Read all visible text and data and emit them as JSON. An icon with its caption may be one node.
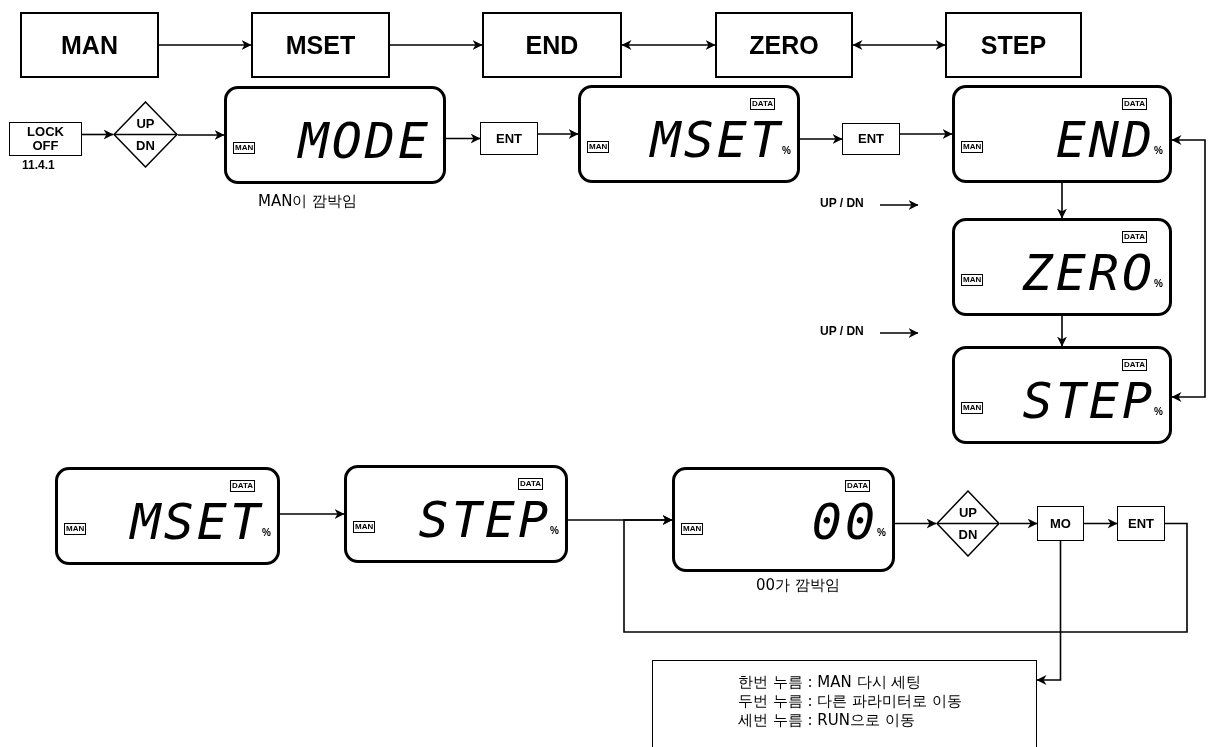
{
  "diagram": {
    "nodes": [
      {
        "text": [
          "MAN"
        ]
      },
      {
        "text": [
          "MSET"
        ]
      },
      {
        "text": [
          "END"
        ]
      },
      {
        "text": [
          "ZERO"
        ]
      },
      {
        "text": [
          "STEP"
        ]
      },
      {
        "text": [
          "LOCK OFF"
        ],
        "beside": [
          "11.4.1"
        ]
      },
      {
        "text": [
          "UP",
          "DN"
        ]
      },
      {
        "text": [
          "MAN",
          "MODE"
        ],
        "beside": [
          "MAN이 깜박임"
        ]
      },
      {
        "text": [
          "ENT"
        ]
      },
      {
        "text": [
          "DATA",
          "MAN",
          "MSET",
          "%"
        ]
      },
      {
        "text": [
          "ENT"
        ]
      },
      {
        "text": [
          "DATA",
          "MAN",
          "END",
          "%"
        ]
      },
      {
        "text": [
          "DATA",
          "MAN",
          "ZERO",
          "%"
        ]
      },
      {
        "text": [
          "DATA",
          "MAN",
          "STEP",
          "%"
        ]
      },
      {
        "text": [
          "DATA",
          "MAN",
          "MSET",
          "%"
        ]
      },
      {
        "text": [
          "DATA",
          "MAN",
          "STEP",
          "%"
        ]
      },
      {
        "text": [
          "DATA",
          "MAN",
          "00",
          "%"
        ],
        "beside": [
          "00가 깜박임"
        ]
      },
      {
        "text": [
          "UP",
          "DN"
        ]
      },
      {
        "text": [
          "MO"
        ]
      },
      {
        "text": [
          "ENT"
        ]
      },
      {
        "text": [
          "한번 누름 : MAN 다시 세팅",
          "두번 누름 : 다른 파라미터로 이동",
          "세번 누름 : RUN으로 이동"
        ]
      },
      {
        "text": [
          "UP / DN"
        ]
      },
      {
        "text": [
          "UP / DN"
        ]
      }
    ],
    "edges": [
      {
        "from": 0,
        "to": 1,
        "arrow": "to"
      },
      {
        "from": 1,
        "to": 2,
        "arrow": "to"
      },
      {
        "from": 2,
        "to": 3,
        "arrow": "both"
      },
      {
        "from": 3,
        "to": 4,
        "arrow": "both"
      },
      {
        "from": 5,
        "to": 6,
        "arrow": "to"
      },
      {
        "from": 6,
        "to": 7,
        "arrow": "to"
      },
      {
        "from": 7,
        "to": 8,
        "arrow": "to"
      },
      {
        "from": 8,
        "to": 9,
        "arrow": "to"
      },
      {
        "from": 9,
        "to": 10,
        "arrow": "to"
      },
      {
        "from": 10,
        "to": 11,
        "arrow": "to"
      },
      {
        "from": 11,
        "to": 12,
        "arrow": "to"
      },
      {
        "from": 12,
        "to": 13,
        "arrow": "to"
      },
      {
        "from": 11,
        "to": 13,
        "arrow": "both"
      },
      {
        "from": 21,
        "to": null,
        "arrow": "to"
      },
      {
        "from": 22,
        "to": null,
        "arrow": "to"
      },
      {
        "from": 14,
        "to": 15,
        "arrow": "to"
      },
      {
        "from": 15,
        "to": 16,
        "arrow": "to"
      },
      {
        "from": 16,
        "to": 17,
        "arrow": "to"
      },
      {
        "from": 17,
        "to": 18,
        "arrow": "to"
      },
      {
        "from": 18,
        "to": 19,
        "arrow": "to"
      },
      {
        "from": 19,
        "to": 16,
        "arrow": "to"
      },
      {
        "from": 18,
        "to": 20,
        "arrow": "to"
      }
    ]
  }
}
